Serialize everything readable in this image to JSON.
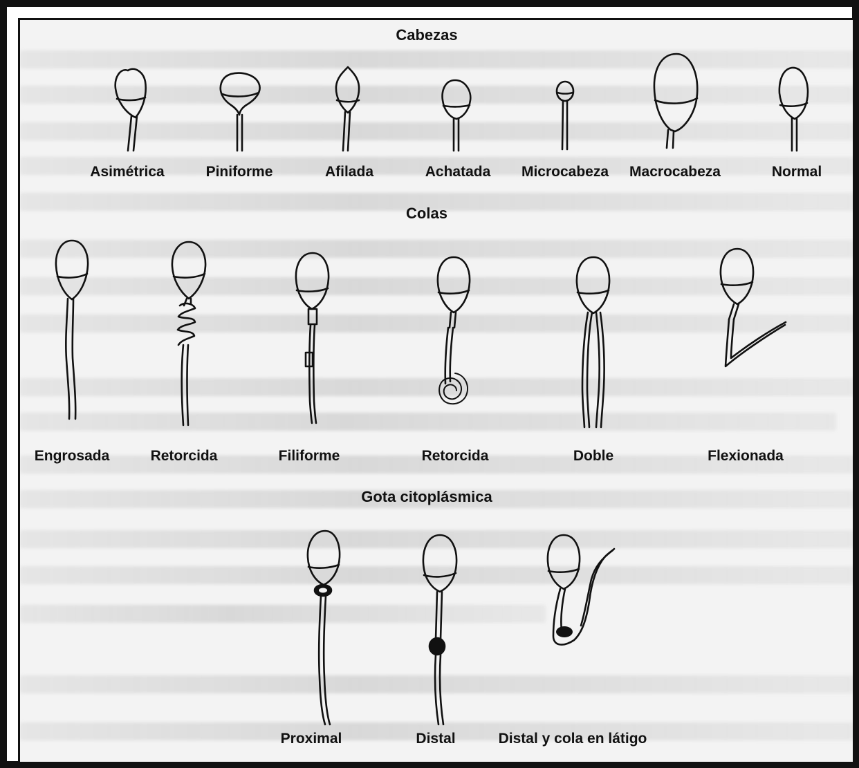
{
  "sections": {
    "heads": {
      "title": "Cabezas",
      "items": [
        "Asimétrica",
        "Piniforme",
        "Afilada",
        "Achatada",
        "Microcabeza",
        "Macrocabeza",
        "Normal"
      ]
    },
    "tails": {
      "title": "Colas",
      "items": [
        "Engrosada",
        "Retorcida",
        "Filiforme",
        "Retorcida",
        "Doble",
        "Flexionada"
      ]
    },
    "droplet": {
      "title": "Gota citoplásmica",
      "items": [
        "Proximal",
        "Distal",
        "Distal y cola en látigo"
      ]
    }
  }
}
